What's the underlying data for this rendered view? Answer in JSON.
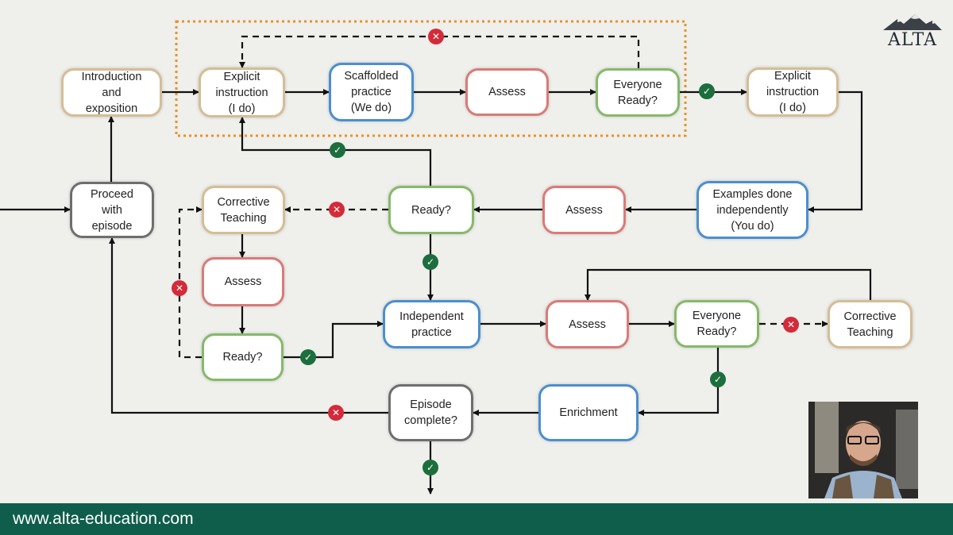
{
  "nodes": {
    "intro": "Introduction\nand\nexposition",
    "explicit1": "Explicit\ninstruction\n(I do)",
    "scaffolded": "Scaffolded\npractice\n(We do)",
    "assess1": "Assess",
    "everyone1": "Everyone\nReady?",
    "explicit2": "Explicit\ninstruction\n(I do)",
    "proceed": "Proceed\nwith\nepisode",
    "corrective1": "Corrective\nTeaching",
    "ready1": "Ready?",
    "assess2": "Assess",
    "examples": "Examples done\nindependently\n(You do)",
    "assess3": "Assess",
    "ready2": "Ready?",
    "independent": "Independent\npractice",
    "assess4": "Assess",
    "everyone2": "Everyone\nReady?",
    "corrective2": "Corrective\nTeaching",
    "episode": "Episode\ncomplete?",
    "enrichment": "Enrichment"
  },
  "icons": {
    "yes": "check-icon",
    "no": "cross-icon"
  },
  "colors": {
    "tan": "#d5bd96",
    "blue": "#4a8fcf",
    "red": "#d97b77",
    "green": "#86b96a",
    "gray": "#6e6e6e",
    "loop_highlight": "#e8922c",
    "yes_badge": "#1c6e3d",
    "no_badge": "#d42b3a",
    "footer": "#0f5e4c"
  },
  "logo": {
    "text": "ALTA"
  },
  "footer": {
    "url": "www.alta-education.com"
  }
}
